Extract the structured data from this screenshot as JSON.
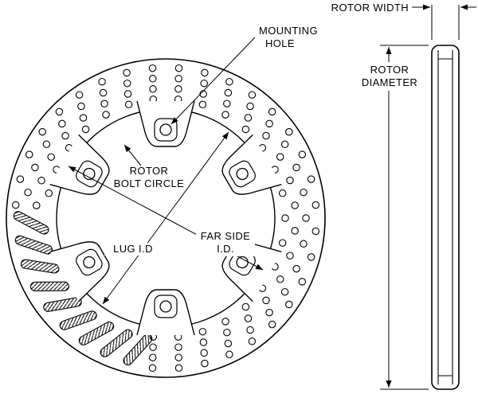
{
  "diagram": {
    "labels": {
      "mounting_hole_1": "MOUNTING",
      "mounting_hole_2": "HOLE",
      "rotor_width": "ROTOR WIDTH",
      "rotor_diameter_1": "ROTOR",
      "rotor_diameter_2": "DIAMETER",
      "bolt_circle_1": "ROTOR",
      "bolt_circle_2": "BOLT CIRCLE",
      "far_side_1": "FAR SIDE",
      "far_side_2": "I.D.",
      "lug_id": "LUG I.D"
    },
    "colors": {
      "line": "#000000",
      "background": "#ffffff"
    }
  }
}
